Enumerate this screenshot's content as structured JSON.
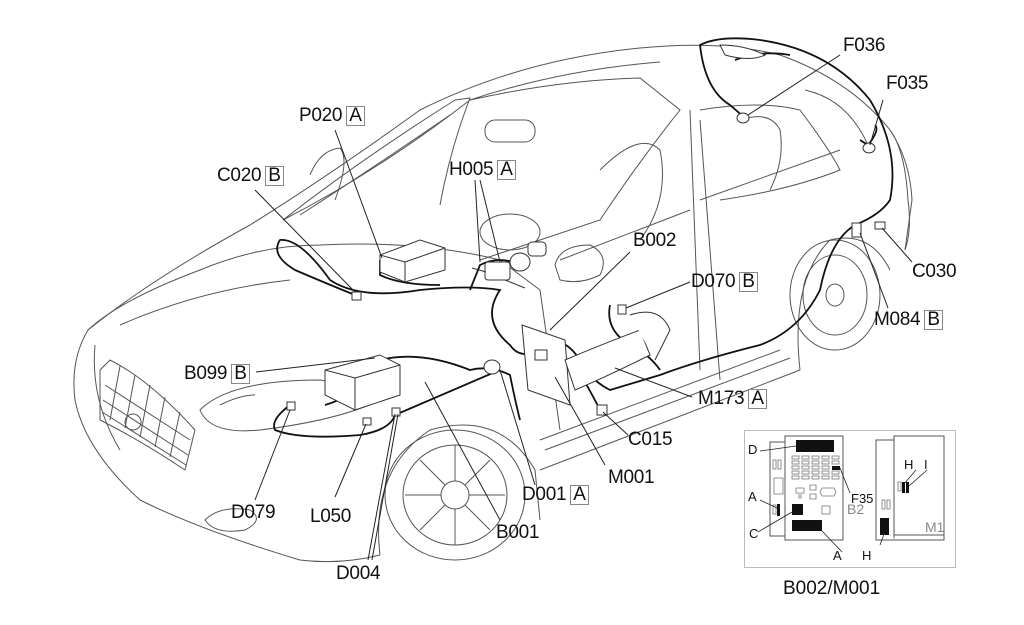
{
  "diagram": {
    "type": "vehicle wiring harness component location",
    "callouts": [
      {
        "code": "P020",
        "suffix": "A"
      },
      {
        "code": "C020",
        "suffix": "B"
      },
      {
        "code": "H005",
        "suffix": "A"
      },
      {
        "code": "B002",
        "suffix": null
      },
      {
        "code": "F036",
        "suffix": null
      },
      {
        "code": "F035",
        "suffix": null
      },
      {
        "code": "C030",
        "suffix": null
      },
      {
        "code": "D070",
        "suffix": "B"
      },
      {
        "code": "M084",
        "suffix": "B"
      },
      {
        "code": "M173",
        "suffix": "A"
      },
      {
        "code": "B099",
        "suffix": "B"
      },
      {
        "code": "C015",
        "suffix": null
      },
      {
        "code": "M001",
        "suffix": null
      },
      {
        "code": "D001",
        "suffix": "A"
      },
      {
        "code": "B001",
        "suffix": null
      },
      {
        "code": "D079",
        "suffix": null
      },
      {
        "code": "L050",
        "suffix": null
      },
      {
        "code": "D004",
        "suffix": null
      }
    ],
    "inset": {
      "caption": "B002/M001",
      "left_panel_label": "B2",
      "right_panel_label": "M1",
      "pointers": {
        "D": "D",
        "F35": "F35",
        "A_left": "A",
        "C": "C",
        "A_bottom": "A",
        "H_top": "H",
        "I": "I",
        "H_bottom": "H"
      }
    }
  }
}
